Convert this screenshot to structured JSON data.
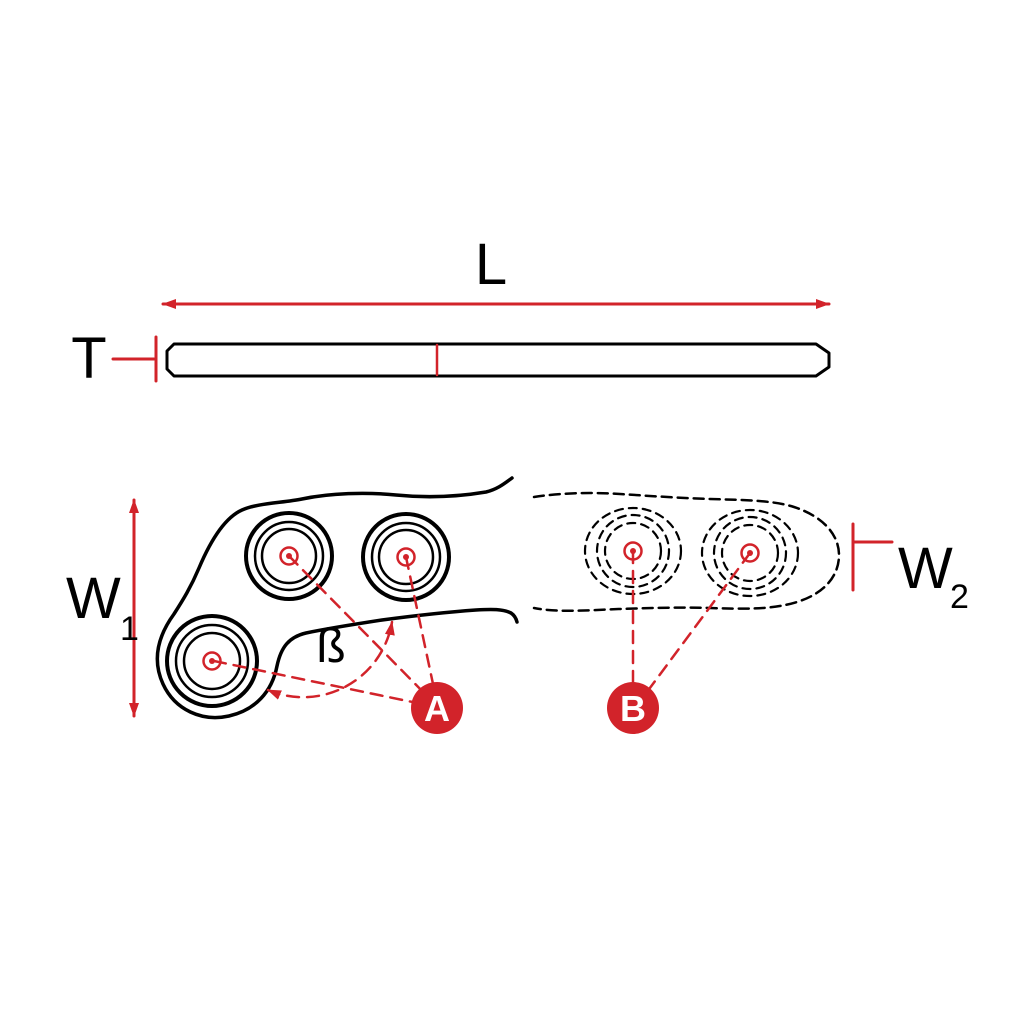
{
  "diagram": {
    "labels": {
      "length": "L",
      "thickness": "T",
      "width1_base": "W",
      "width1_sub": "1",
      "width2_base": "W",
      "width2_sub": "2",
      "angle": "ß",
      "callout_a": "A",
      "callout_b": "B"
    },
    "colors": {
      "accent_red": "#d2232a",
      "line_black": "#000000",
      "background": "#ffffff",
      "callout_text": "#ffffff"
    }
  }
}
